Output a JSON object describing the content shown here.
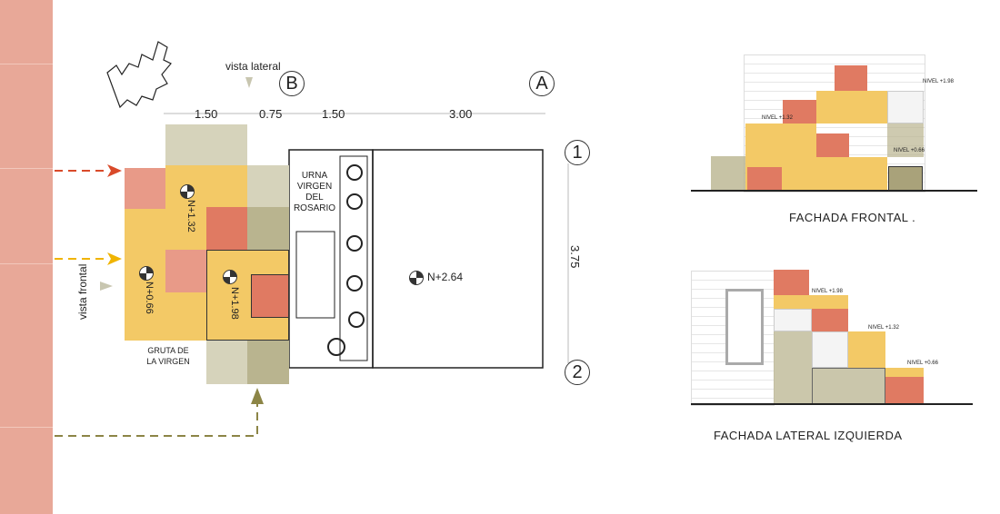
{
  "plan": {
    "view_lateral": "vista lateral",
    "view_frontal": "vista frontal",
    "axes": {
      "a": "A",
      "b": "B",
      "one": "1",
      "two": "2"
    },
    "dimensions": [
      "1.50",
      "0.75",
      "1.50",
      "3.00",
      "3.75"
    ],
    "levels": {
      "n066": "N+0.66",
      "n132": "N+1.32",
      "n198": "N+1.98",
      "n264": "N+2.64"
    },
    "urna": "URNA VIRGEN DEL ROSARIO",
    "gruta": "GRUTA DE LA VIRGEN"
  },
  "front": {
    "title": "FACHADA FRONTAL .",
    "levels": [
      "NIVEL +1.98",
      "NIVEL +1.32",
      "NIVEL +0.66"
    ]
  },
  "side": {
    "title": "FACHADA LATERAL IZQUIERDA",
    "levels": [
      "NIVEL +1.98",
      "NIVEL +1.32",
      "NIVEL +0.66"
    ]
  },
  "colors": {
    "strip": "#e8a898",
    "yellow": "#f3c966",
    "red": "#e07a62",
    "olive": "#b9b48f",
    "arrow_red": "#d94a2a",
    "arrow_yellow": "#f0b400",
    "arrow_olive": "#8c8546"
  }
}
